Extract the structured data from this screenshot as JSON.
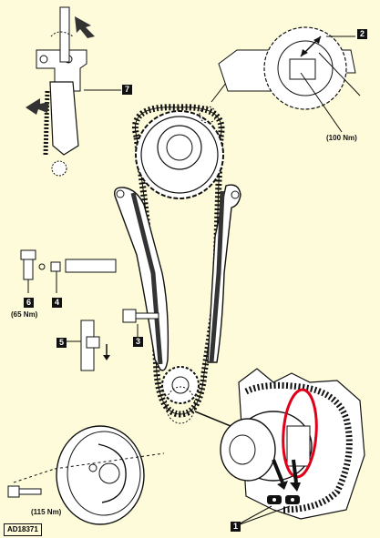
{
  "callouts": {
    "c1": "1",
    "c2": "2",
    "c3": "3",
    "c4": "4",
    "c5": "5",
    "c6": "6",
    "c7": "7"
  },
  "torques": {
    "crank_bolt": "(100 Nm)",
    "idler_bolt": "(65 Nm)",
    "pulley_bolt": "(115 Nm)"
  },
  "figure_ref": "AD18371",
  "colors": {
    "background": "#fdfbd9",
    "line": "#111111",
    "guide": "#444444",
    "highlight": "#e0001a"
  }
}
